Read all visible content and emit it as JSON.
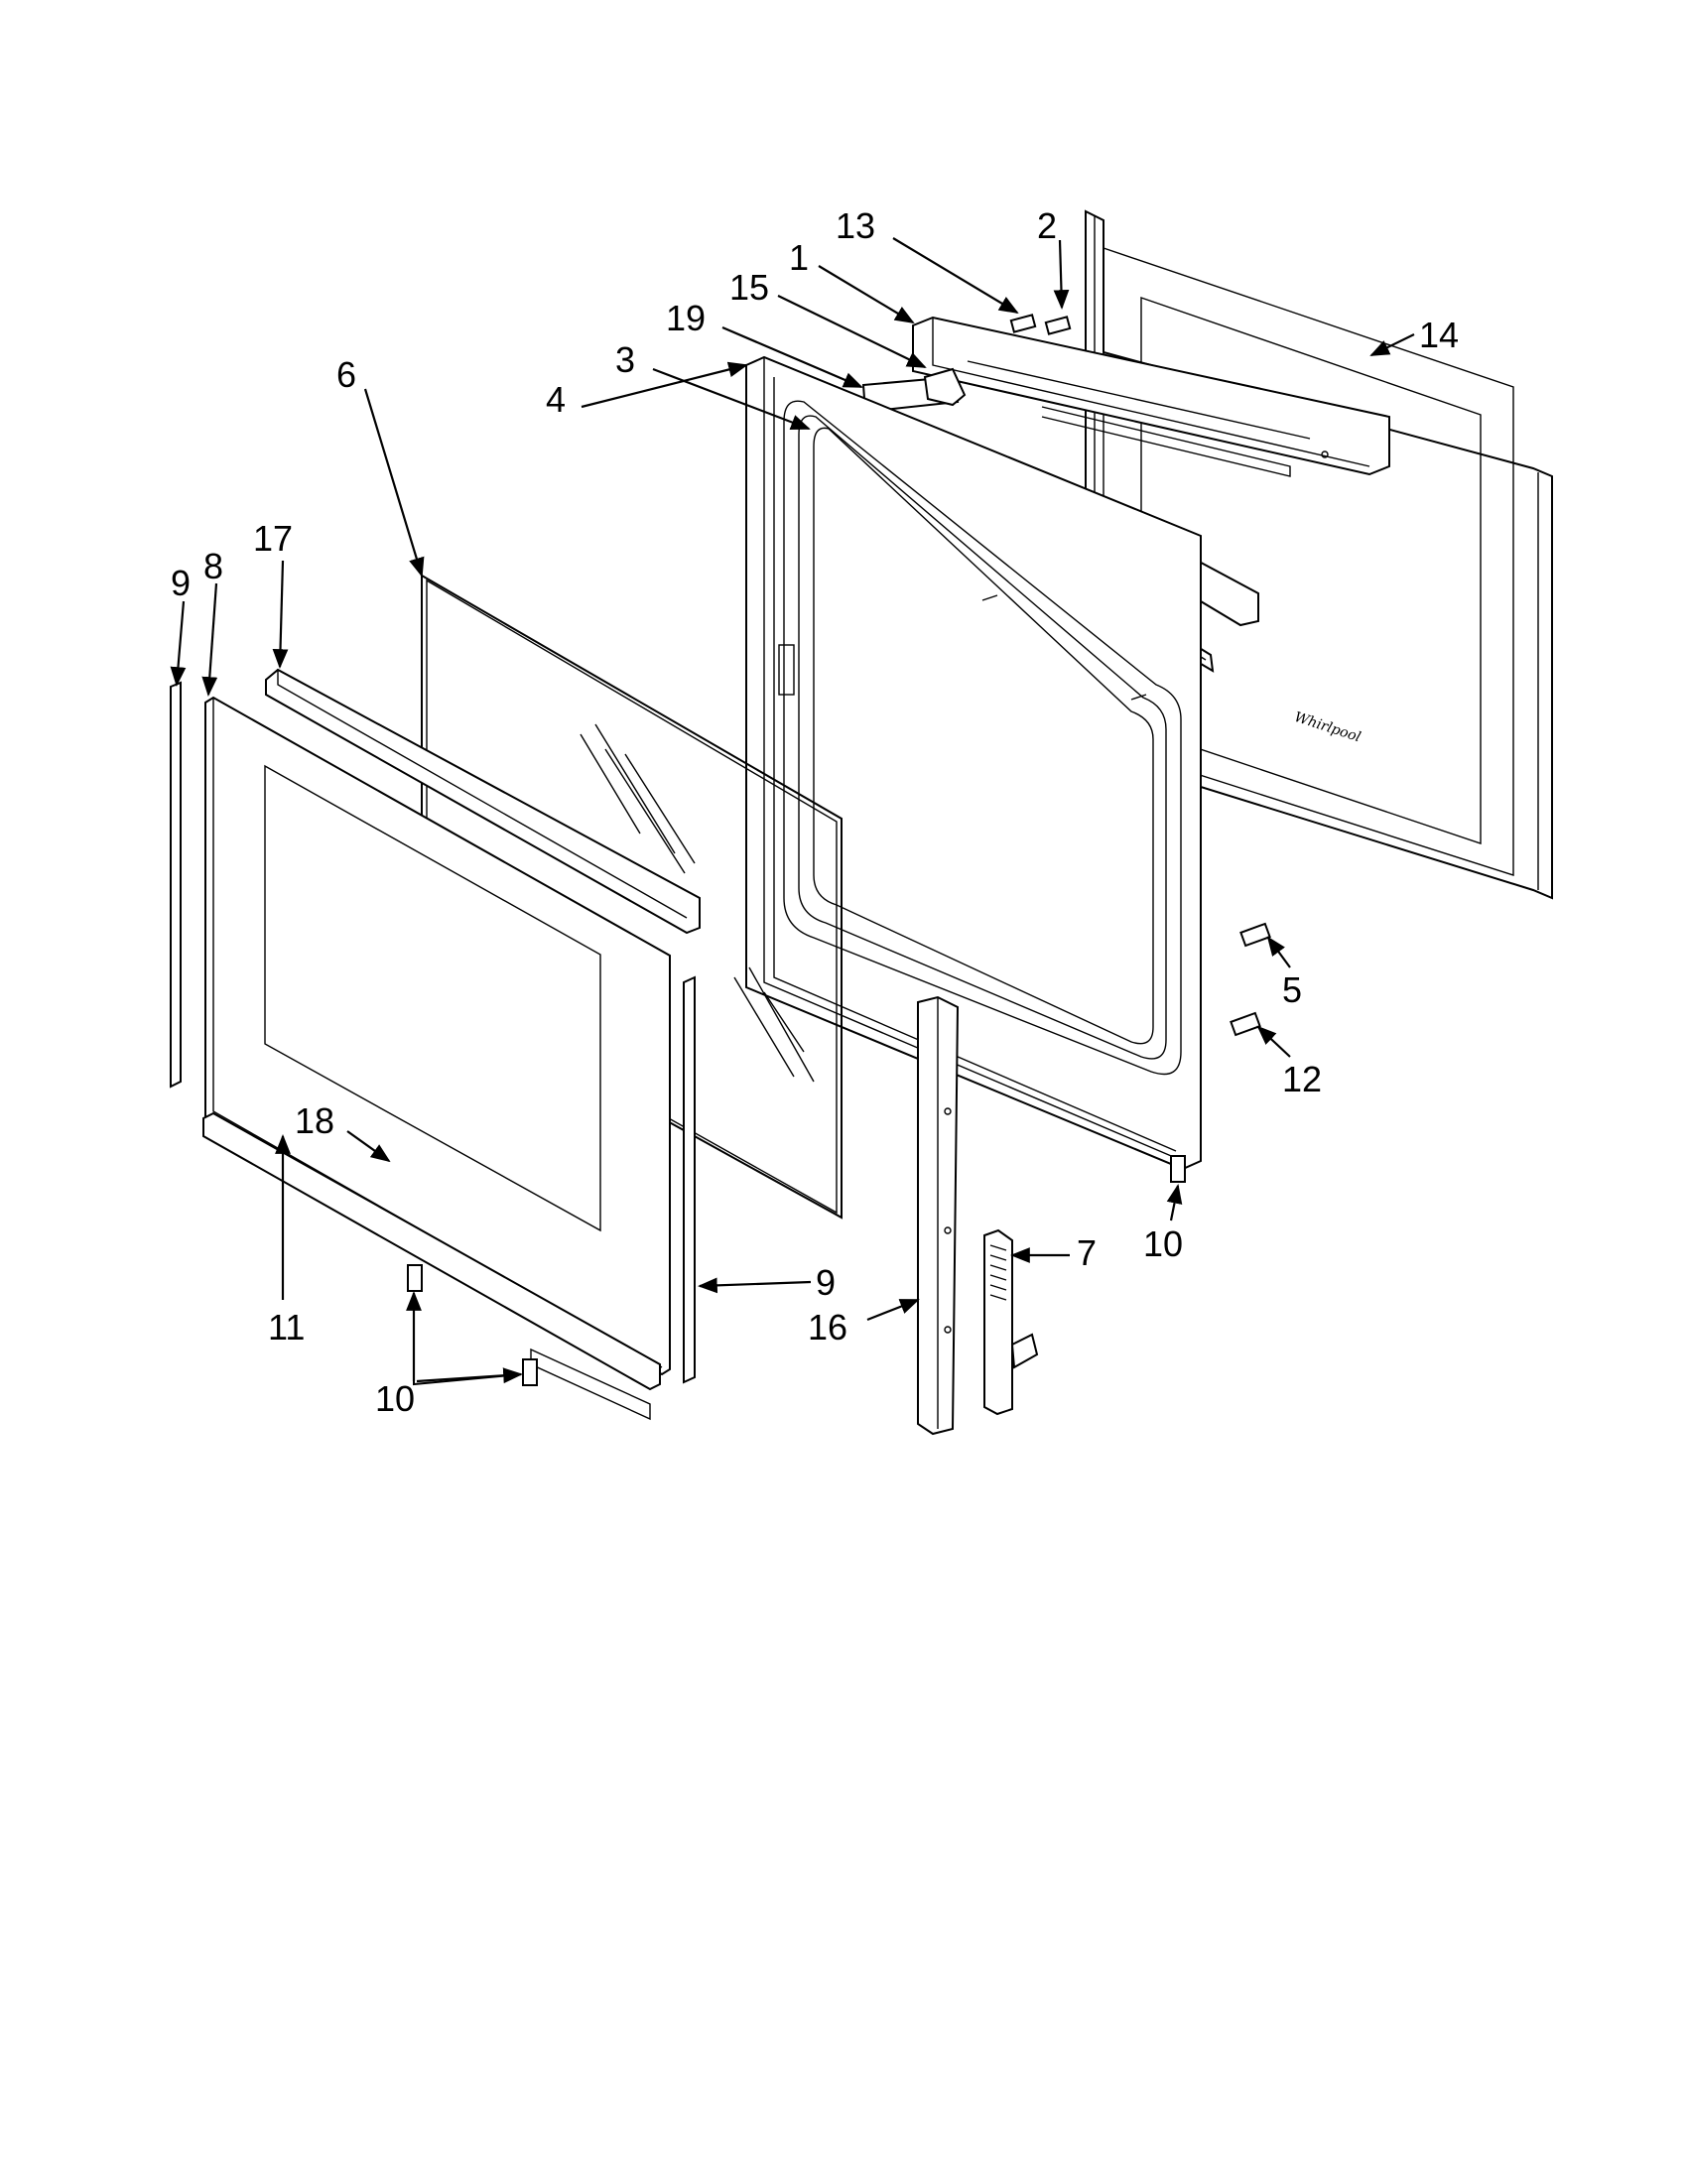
{
  "callouts": [
    {
      "id": "c13",
      "text": "13"
    },
    {
      "id": "c2",
      "text": "2"
    },
    {
      "id": "c1",
      "text": "1"
    },
    {
      "id": "c15",
      "text": "15"
    },
    {
      "id": "c19",
      "text": "19"
    },
    {
      "id": "c14",
      "text": "14"
    },
    {
      "id": "c3",
      "text": "3"
    },
    {
      "id": "c4",
      "text": "4"
    },
    {
      "id": "c6",
      "text": "6"
    },
    {
      "id": "c17",
      "text": "17"
    },
    {
      "id": "c9a",
      "text": "9"
    },
    {
      "id": "c8",
      "text": "8"
    },
    {
      "id": "c5",
      "text": "5"
    },
    {
      "id": "c12",
      "text": "12"
    },
    {
      "id": "c18",
      "text": "18"
    },
    {
      "id": "c10a",
      "text": "10"
    },
    {
      "id": "c7",
      "text": "7"
    },
    {
      "id": "c9b",
      "text": "9"
    },
    {
      "id": "c16",
      "text": "16"
    },
    {
      "id": "c11",
      "text": "11"
    },
    {
      "id": "c10b",
      "text": "10"
    }
  ],
  "logo_text": "Whirlpool"
}
